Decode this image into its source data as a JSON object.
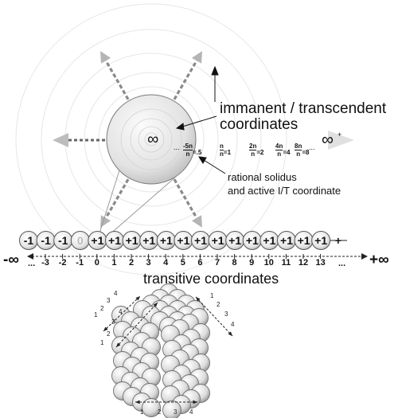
{
  "labels": {
    "immanent_line1": "immanent / transcendent",
    "immanent_line2": "coordinates",
    "rational_line1": "rational solidus",
    "rational_line2": "and active I/T coordinate",
    "transitive": "transitive coordinates",
    "center_infinity": "∞",
    "axis_infinity_right": "∞",
    "axis_plus": "+"
  },
  "axis_fractions": [
    {
      "num": "-5n",
      "den": "n",
      "eq": "=.5"
    },
    {
      "num": "n",
      "den": "n",
      "eq": "=1"
    },
    {
      "num": "2n",
      "den": "n",
      "eq": "=2"
    },
    {
      "num": "4n",
      "den": "n",
      "eq": "=4"
    },
    {
      "num": "8n",
      "den": "n",
      "eq": "=8"
    }
  ],
  "axis_dots_left": "...",
  "axis_dots_right": "...",
  "units": [
    {
      "text": "-1",
      "zero": false
    },
    {
      "text": "-1",
      "zero": false
    },
    {
      "text": "-1",
      "zero": false
    },
    {
      "text": "0",
      "zero": true
    },
    {
      "text": "+1",
      "zero": false
    },
    {
      "text": "+1",
      "zero": false
    },
    {
      "text": "+1",
      "zero": false
    },
    {
      "text": "+1",
      "zero": false
    },
    {
      "text": "+1",
      "zero": false
    },
    {
      "text": "+1",
      "zero": false
    },
    {
      "text": "+1",
      "zero": false
    },
    {
      "text": "+1",
      "zero": false
    },
    {
      "text": "+1",
      "zero": false
    },
    {
      "text": "+1",
      "zero": false
    },
    {
      "text": "+1",
      "zero": false
    },
    {
      "text": "+1",
      "zero": false
    },
    {
      "text": "+1",
      "zero": false
    },
    {
      "text": "+1",
      "zero": false
    }
  ],
  "chain_trailing_plus": "+",
  "number_line": {
    "left_infinity": "-∞",
    "left_dots": "...",
    "ticks": [
      "-3",
      "-2",
      "-1",
      "0",
      "1",
      "2",
      "3",
      "4",
      "5",
      "6",
      "7",
      "8",
      "9",
      "10",
      "11",
      "12",
      "13"
    ],
    "right_dots": "...",
    "right_infinity": "+∞"
  },
  "cube_left_edge": [
    "1",
    "2",
    "3",
    "4"
  ],
  "cube_right_edge": [
    "1",
    "2",
    "3",
    "4"
  ],
  "cube_bottom_edge": [
    "1",
    "2",
    "3",
    "4"
  ],
  "cube_lower_left_edge": [
    "1",
    "2",
    "3",
    "4"
  ],
  "colors": {
    "sphere_light": "#f7f7f7",
    "sphere_dark": "#c8c8c8",
    "arrow_gray": "#aaaaaa",
    "dash_dark": "#444444",
    "text": "#111111"
  }
}
